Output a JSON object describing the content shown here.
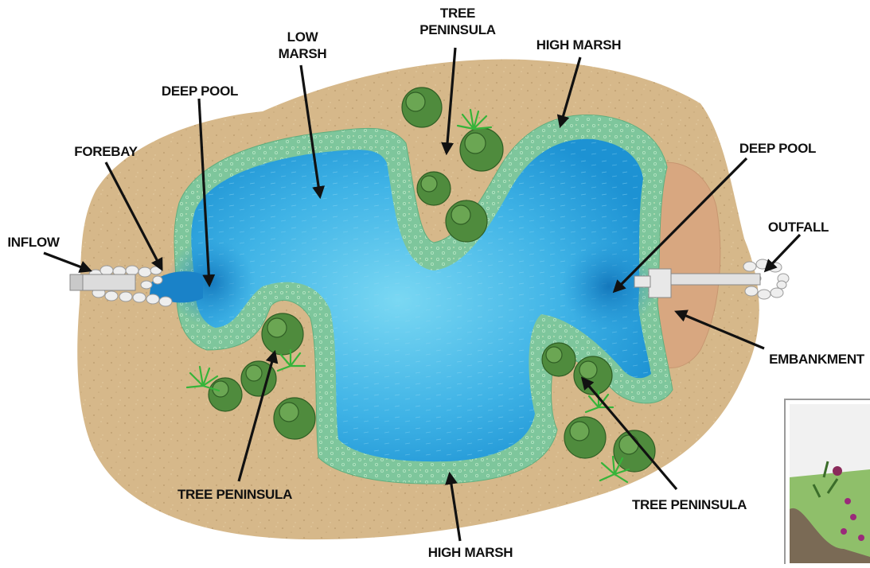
{
  "labels": {
    "tree_peninsula_top": [
      "TREE",
      "PENINSULA"
    ],
    "low_marsh": [
      "LOW",
      "MARSH"
    ],
    "high_marsh_top": "HIGH MARSH",
    "deep_pool_left": "DEEP POOL",
    "deep_pool_right": "DEEP POOL",
    "forebay": "FOREBAY",
    "inflow": "INFLOW",
    "outfall": "OUTFALL",
    "embankment": "EMBANKMENT",
    "tree_peninsula_left": "TREE PENINSULA",
    "tree_peninsula_right": "TREE PENINSULA",
    "high_marsh_bottom": "HIGH MARSH"
  },
  "colors": {
    "ground": "#d8b98a",
    "embankment": "#d9aa82",
    "marsh": "#7fc89a",
    "water_light": "#6fd0ef",
    "water_dark": "#1c8fd0",
    "tree": "#4c8a3a",
    "pipe": "#d8d8d8"
  },
  "icons": [
    "tree-icon",
    "grass-icon",
    "rock-icon",
    "pipe-icon",
    "arrow-icon"
  ]
}
